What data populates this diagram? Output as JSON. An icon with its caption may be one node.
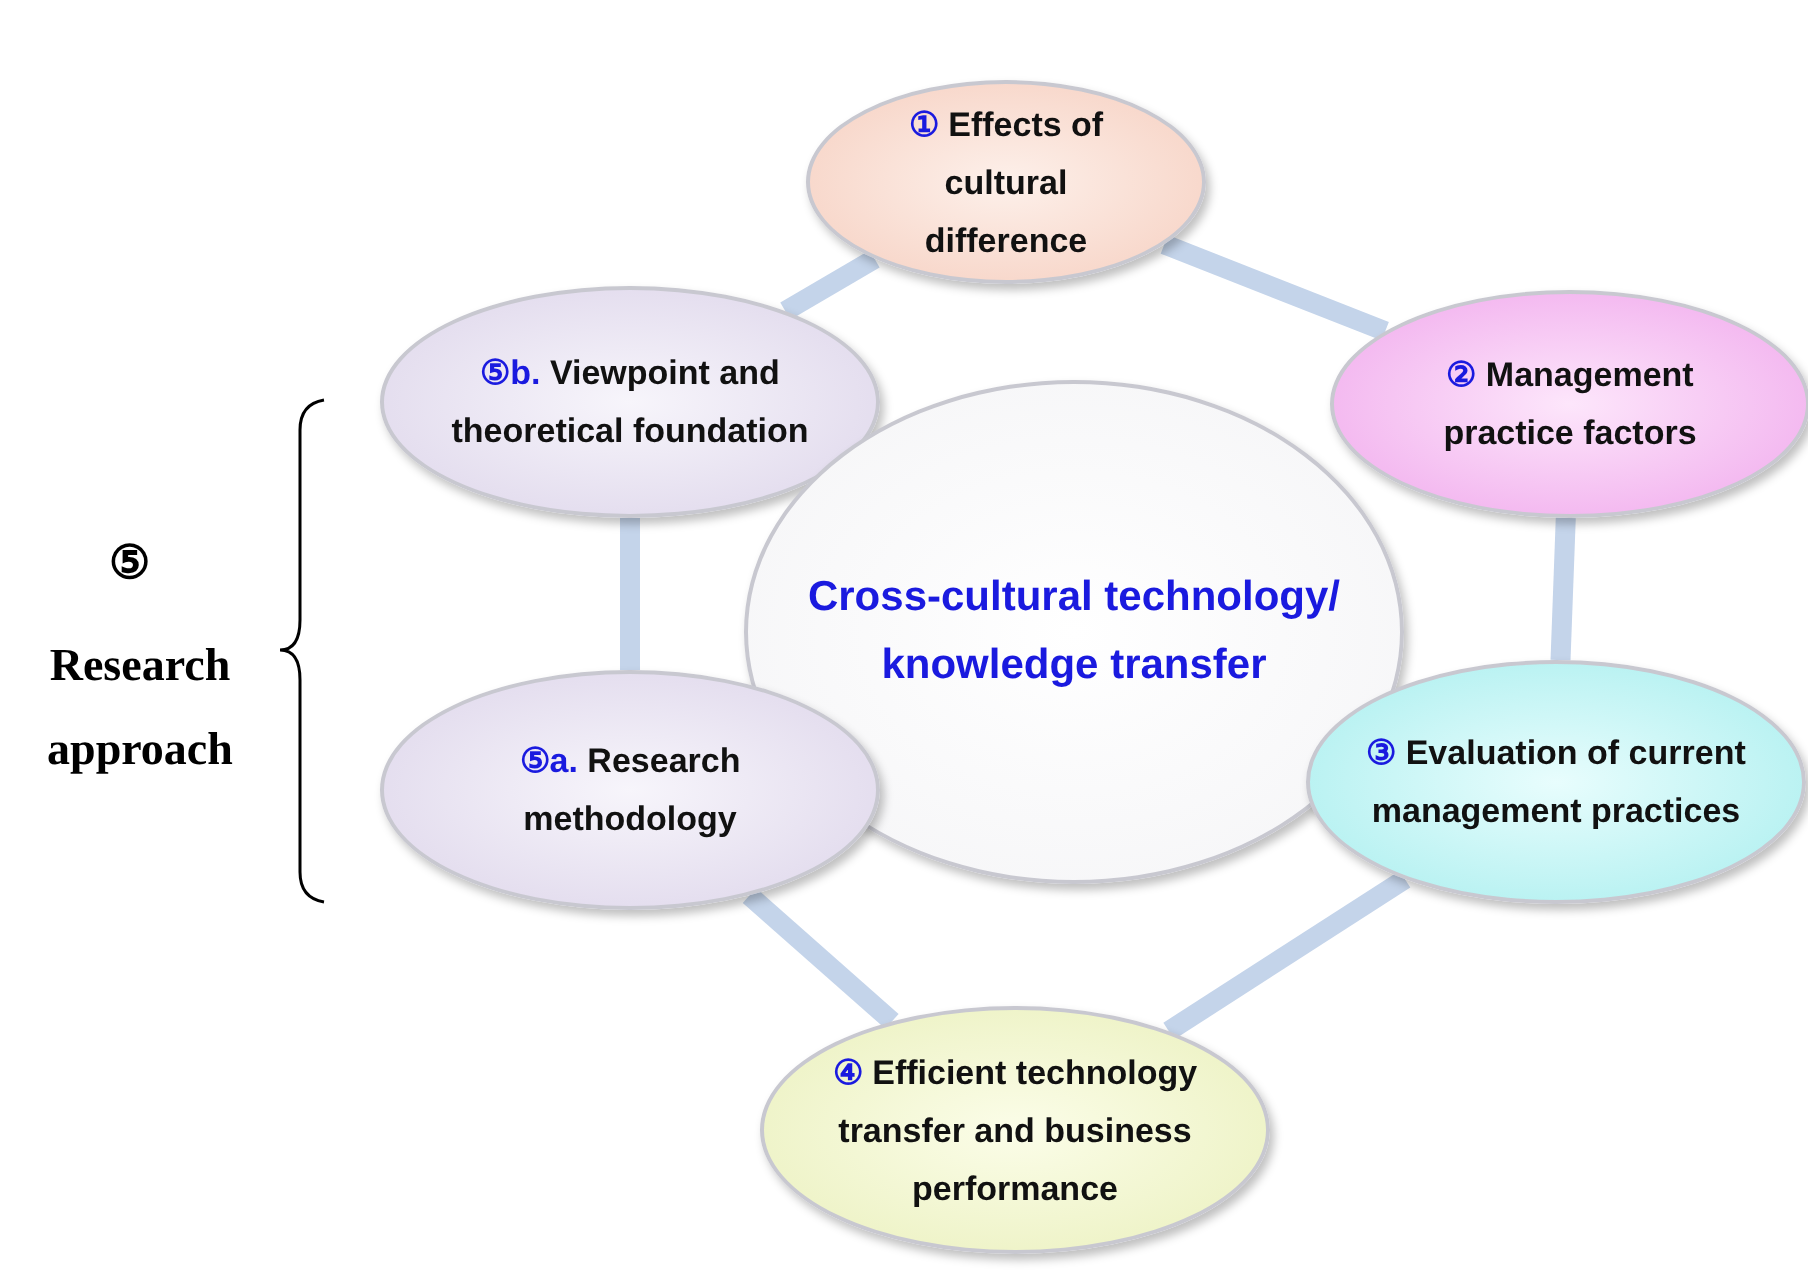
{
  "diagram": {
    "nodes": [
      {
        "text": [
          "①",
          "Effects of cultural difference"
        ]
      },
      {
        "text": [
          "⑤b.",
          "Viewpoint and theoretical foundation"
        ]
      },
      {
        "text": [
          "②",
          "Management practice factors"
        ]
      },
      {
        "text": [
          "Cross-cultural technology/ knowledge transfer"
        ]
      },
      {
        "text": [
          "⑤a.",
          "Research methodology"
        ]
      },
      {
        "text": [
          "③",
          "Evaluation of current management practices"
        ]
      },
      {
        "text": [
          "④",
          "Efficient technology transfer and business performance"
        ]
      }
    ],
    "edges": [
      {
        "from": 0,
        "to": 2,
        "arrow": "none"
      },
      {
        "from": 2,
        "to": 5,
        "arrow": "none"
      },
      {
        "from": 5,
        "to": 6,
        "arrow": "none"
      },
      {
        "from": 6,
        "to": 4,
        "arrow": "none"
      },
      {
        "from": 4,
        "to": 1,
        "arrow": "none"
      },
      {
        "from": 1,
        "to": 0,
        "arrow": "none"
      }
    ],
    "labels": [
      "⑤",
      "Research approach"
    ]
  }
}
